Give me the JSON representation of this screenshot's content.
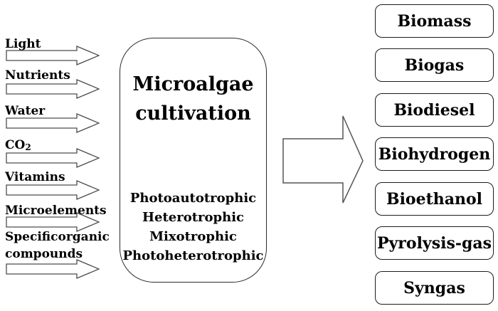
{
  "diagram": {
    "inputs": {
      "items": [
        {
          "label": "Light"
        },
        {
          "label": "Nutrients"
        },
        {
          "label": "Water"
        },
        {
          "label": "CO",
          "subscript": "2"
        },
        {
          "label": "Vitamins"
        },
        {
          "label": "Microelements"
        },
        {
          "word1": "Specific",
          "word2": "organic",
          "word3": "compounds"
        }
      ]
    },
    "center": {
      "title_line1": "Microalgae",
      "title_line2": "cultivation",
      "modes": [
        "Photoautotrophic",
        "Heterotrophic",
        "Mixotrophic",
        "Photoheterotrophic"
      ]
    },
    "outputs": [
      "Biomass",
      "Biogas",
      "Biodiesel",
      "Biohydrogen",
      "Bioethanol",
      "Pyrolysis-gas",
      "Syngas"
    ],
    "colors": {
      "background": "#ffffff",
      "text": "#000000",
      "box_border": "#1c1c1c",
      "arrow_outline": "#4d4d4d"
    }
  }
}
